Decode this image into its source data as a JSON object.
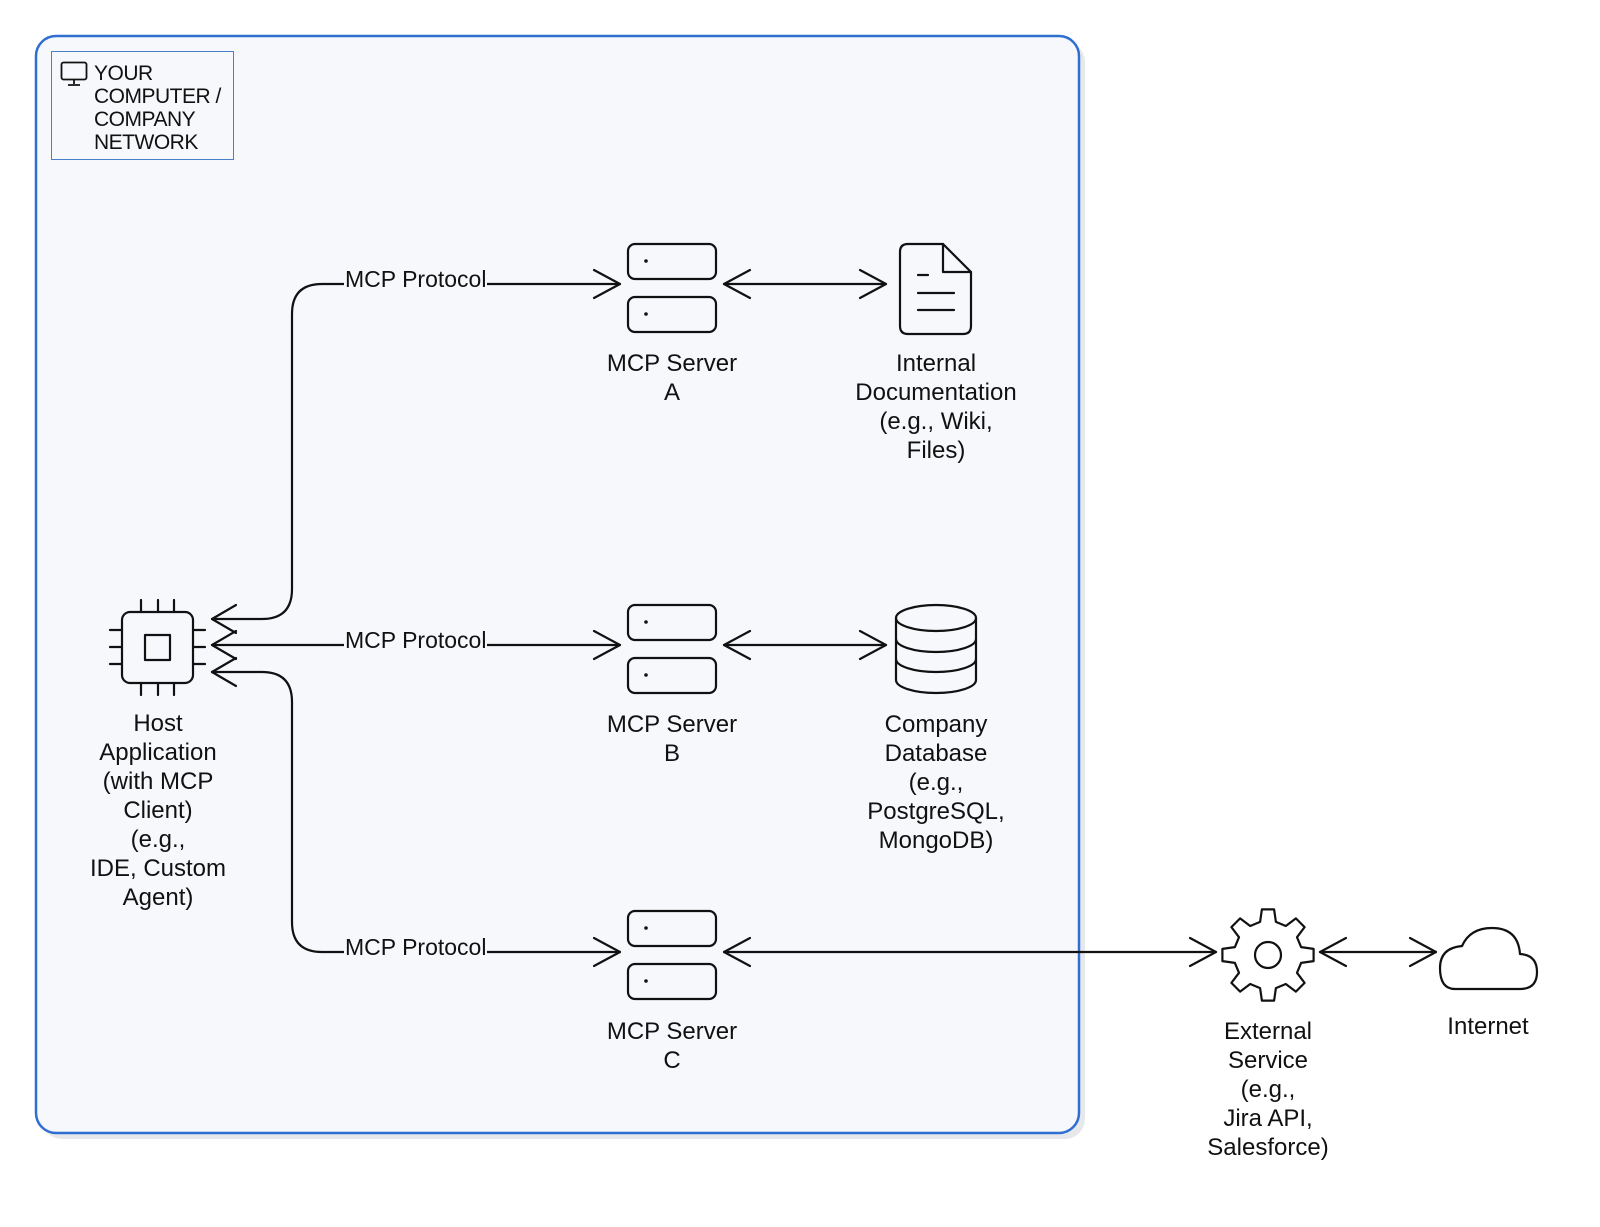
{
  "boundary": {
    "title_lines": [
      "YOUR",
      "COMPUTER /",
      "COMPANY",
      "NETWORK"
    ],
    "icon": "monitor-icon",
    "border_color": "#2f6fd1",
    "fill_color": "#f7f8fb"
  },
  "nodes": {
    "host": {
      "icon": "cpu-chip-icon",
      "label_lines": [
        "Host",
        "Application",
        "(with MCP",
        "Client)",
        "(e.g.,",
        "IDE, Custom",
        "Agent)"
      ]
    },
    "server_a": {
      "icon": "server-icon",
      "label_lines": [
        "MCP Server",
        "A"
      ]
    },
    "server_b": {
      "icon": "server-icon",
      "label_lines": [
        "MCP Server",
        "B"
      ]
    },
    "server_c": {
      "icon": "server-icon",
      "label_lines": [
        "MCP Server",
        "C"
      ]
    },
    "docs": {
      "icon": "document-icon",
      "label_lines": [
        "Internal",
        "Documentation",
        "(e.g., Wiki,",
        "Files)"
      ]
    },
    "database": {
      "icon": "database-icon",
      "label_lines": [
        "Company",
        "Database",
        "(e.g.,",
        "PostgreSQL,",
        "MongoDB)"
      ]
    },
    "external": {
      "icon": "gear-icon",
      "label_lines": [
        "External",
        "Service",
        "(e.g.,",
        "Jira API,",
        "Salesforce)"
      ]
    },
    "internet": {
      "icon": "cloud-icon",
      "label_lines": [
        "Internet"
      ]
    }
  },
  "edges": {
    "host_to_a": "MCP Protocol",
    "host_to_b": "MCP Protocol",
    "host_to_c": "MCP Protocol"
  }
}
